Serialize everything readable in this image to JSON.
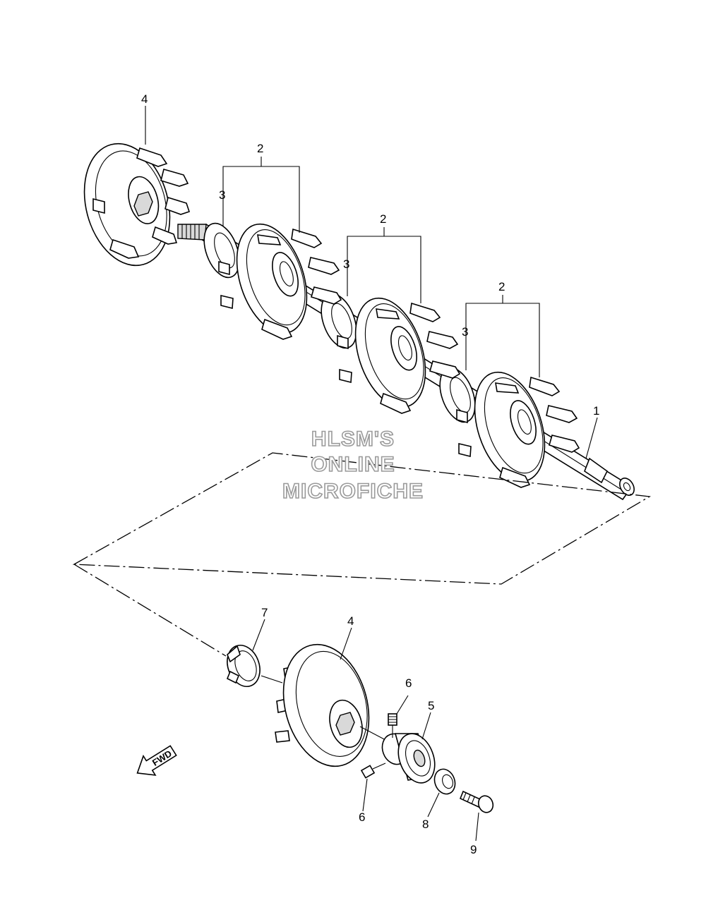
{
  "callouts": {
    "c1": "1",
    "c2a": "2",
    "c2b": "2",
    "c2c": "2",
    "c3a": "3",
    "c3b": "3",
    "c3c": "3",
    "c4a": "4",
    "c4b": "4",
    "c5": "5",
    "c6a": "6",
    "c6b": "6",
    "c7": "7",
    "c8": "8",
    "c9": "9"
  },
  "watermark": {
    "line1": "HLSM'S",
    "line2": "ONLINE",
    "line3": "MICROFICHE"
  },
  "fwd_label": "FWD"
}
